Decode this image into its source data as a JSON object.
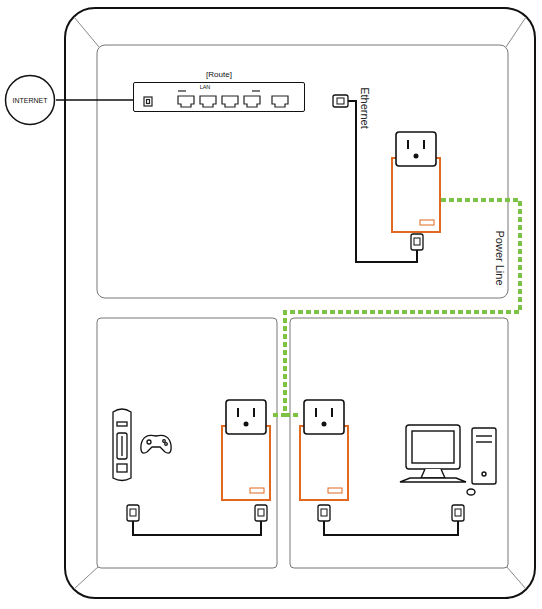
{
  "diagram": {
    "nodes": [
      {
        "text": [
          "INTERNET"
        ]
      },
      {
        "text": [
          "[Route]",
          "LAN"
        ]
      }
    ],
    "edges": [
      {
        "from": 0,
        "to": 1,
        "arrow": "none"
      }
    ],
    "labels": [
      "Ethernet",
      "Power Line"
    ]
  }
}
